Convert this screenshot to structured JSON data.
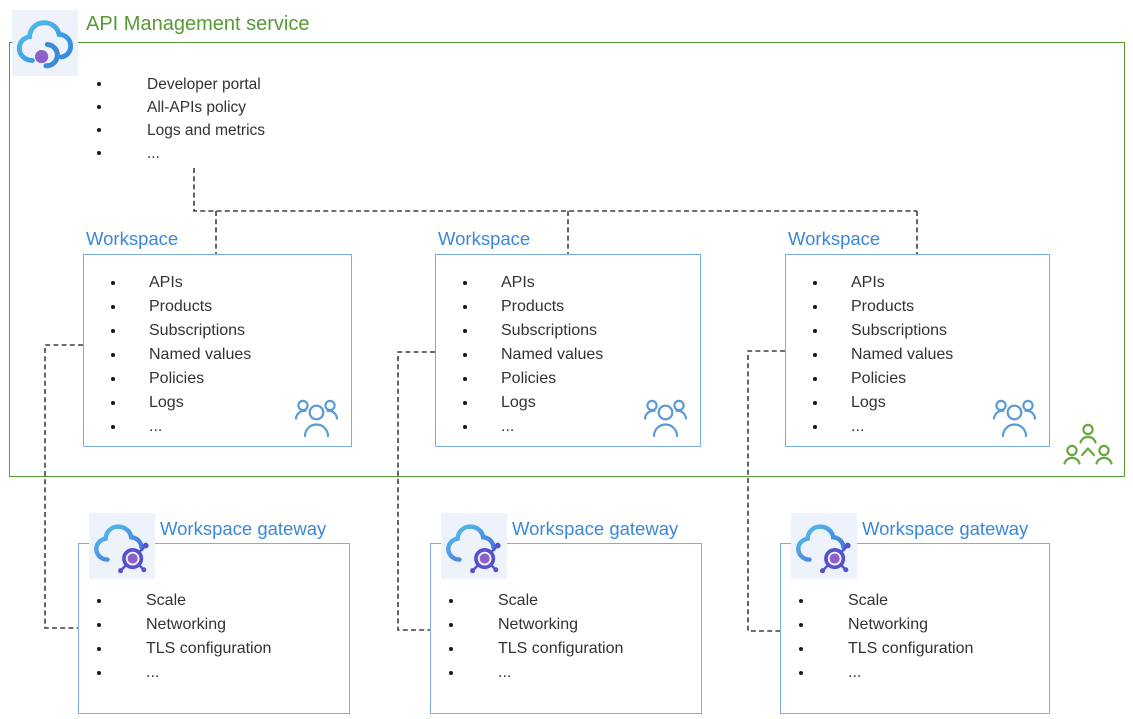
{
  "service": {
    "title": "API Management service",
    "features": [
      "Developer portal",
      "All-APIs policy",
      "Logs and metrics",
      "..."
    ]
  },
  "workspaces": [
    {
      "title": "Workspace",
      "features": [
        "APIs",
        "Products",
        "Subscriptions",
        "Named values",
        "Policies",
        "Logs",
        "..."
      ]
    },
    {
      "title": "Workspace",
      "features": [
        "APIs",
        "Products",
        "Subscriptions",
        "Named values",
        "Policies",
        "Logs",
        "..."
      ]
    },
    {
      "title": "Workspace",
      "features": [
        "APIs",
        "Products",
        "Subscriptions",
        "Named values",
        "Policies",
        "Logs",
        "..."
      ]
    }
  ],
  "gateways": [
    {
      "title": "Workspace gateway",
      "features": [
        "Scale",
        "Networking",
        "TLS configuration",
        "..."
      ]
    },
    {
      "title": "Workspace gateway",
      "features": [
        "Scale",
        "Networking",
        "TLS configuration",
        "..."
      ]
    },
    {
      "title": "Workspace gateway",
      "features": [
        "Scale",
        "Networking",
        "TLS configuration",
        "..."
      ]
    }
  ],
  "icons": {
    "service_icon": "api-management-cloud-icon",
    "gateway_icon": "workspace-gateway-cloud-icon",
    "workspace_team_icon": "team-people-icon",
    "external_team_icon": "org-people-icon"
  },
  "colors": {
    "service_green": "#579a34",
    "title_blue": "#3b87d9",
    "box_border_blue": "#7aafe5",
    "connector_dark": "#3f3f3f",
    "people_blue": "#5b9bd5",
    "people_green": "#68a63e",
    "cloud_cyan": "#53c4ee",
    "cloud_blue": "#3183db",
    "hub_indigo": "#5552ce",
    "dot_purple": "#8e5fc8",
    "text_dark": "#323232",
    "icon_tile_bg": "#eef3fb"
  }
}
